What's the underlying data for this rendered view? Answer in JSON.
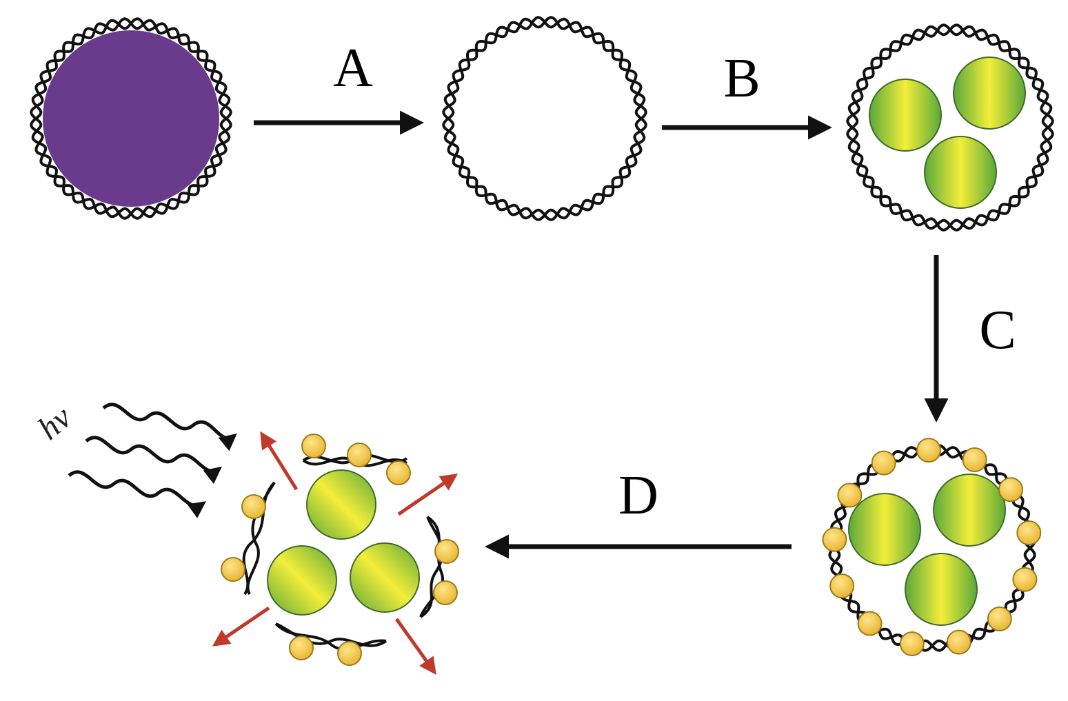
{
  "diagram": {
    "steps": [
      {
        "id": "A",
        "label": "A"
      },
      {
        "id": "B",
        "label": "B"
      },
      {
        "id": "C",
        "label": "C"
      },
      {
        "id": "D",
        "label": "D"
      }
    ],
    "light_label": "hν",
    "icons": {
      "template_particle": "purple-core-icon",
      "shell": "double-helix-shell-icon",
      "cargo": "gradient-sphere-icon",
      "nanoparticle": "gold-bead-icon",
      "light": "wavy-light-icon",
      "release": "red-arrow-icon"
    },
    "colors": {
      "core": "#6a3a8c",
      "strand": "#111111",
      "cargo_green": "#5aa83a",
      "cargo_yellow": "#f4ee3a",
      "bead": "#f2c53d",
      "bead_edge": "#9a7b1a",
      "release_arrow": "#c0392b",
      "arrow": "#111111"
    }
  }
}
